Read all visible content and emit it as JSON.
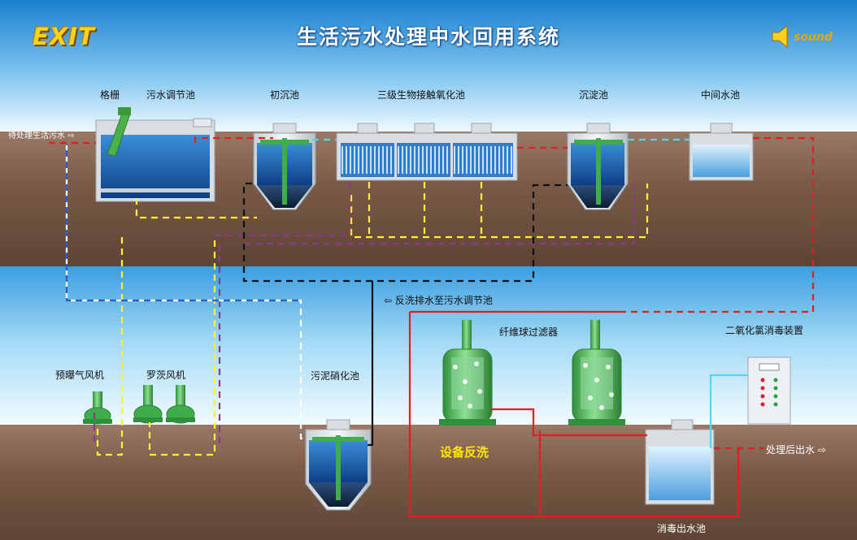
{
  "header": {
    "title": "生活污水处理中水回用系统",
    "exit_label": "EXIT",
    "sound_label": "sound"
  },
  "labels": {
    "grille": "格栅",
    "regulating_tank": "污水调节池",
    "primary_settling": "初沉池",
    "bio_contact_oxidation": "三级生物接触氧化池",
    "sedimentation": "沉淀池",
    "intermediate_tank": "中间水池",
    "inlet": "待处理生活污水 ⇨",
    "backwash_return": "⇦ 反洗排水至污水调节池",
    "fiber_filter": "纤维球过滤器",
    "chlorine_dioxide": "二氧化氯消毒装置",
    "pre_aeration_fan": "预曝气风机",
    "roots_blower": "罗茨风机",
    "sludge_digestion": "污泥硝化池",
    "equipment_backwash": "设备反洗",
    "treated_outlet": "处理后出水 ⇨",
    "disinfection_outlet_tank": "消毒出水池"
  },
  "colors": {
    "sky_top": "#1f86d2",
    "sky_bottom": "#e6f6ff",
    "ground": "#7f5f4c",
    "water": "#1e5fa6",
    "pipe_red": "#e02020",
    "pipe_cyan": "#55d6ee",
    "pipe_yellow": "#ffee33",
    "pipe_purple": "#8a3a8a",
    "pipe_black": "#111111",
    "equipment_green": "#3fae4a",
    "title_text": "#ffffff",
    "exit_text": "#ffd21a",
    "backwash_text": "#ffe800"
  }
}
